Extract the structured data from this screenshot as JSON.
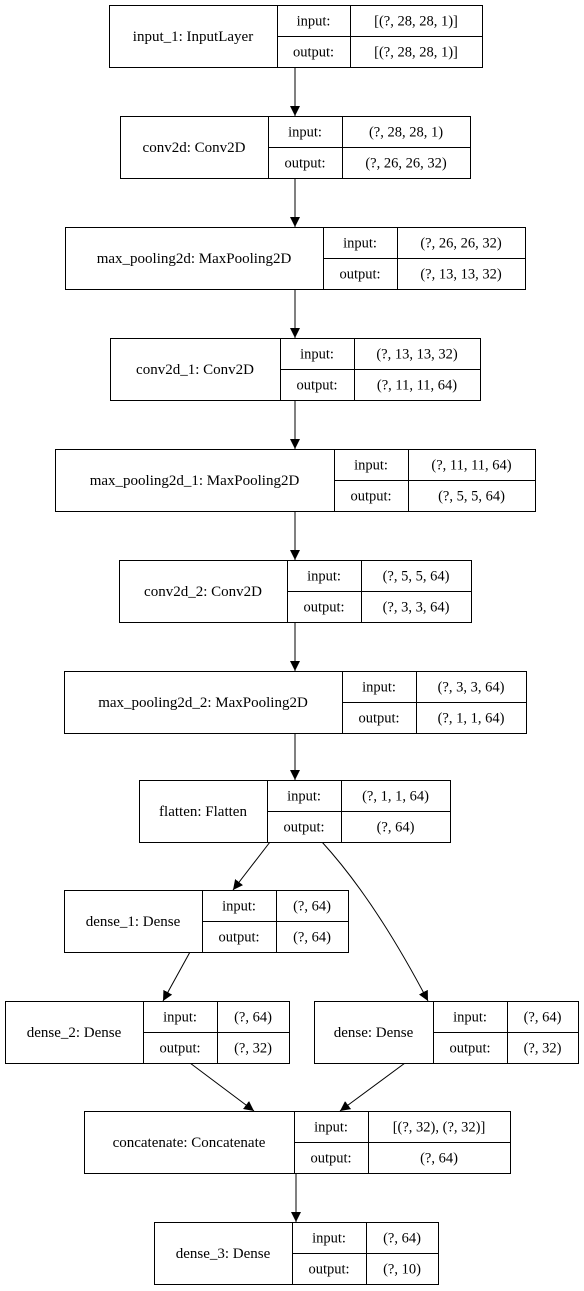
{
  "diagram": {
    "type": "keras-model-plot",
    "nodes": [
      {
        "id": "input_1",
        "label": "input_1: InputLayer",
        "input_label": "input:",
        "output_label": "output:",
        "input": "[(?, 28, 28, 1)]",
        "output": "[(?, 28, 28, 1)]"
      },
      {
        "id": "conv2d",
        "label": "conv2d: Conv2D",
        "input_label": "input:",
        "output_label": "output:",
        "input": "(?, 28, 28, 1)",
        "output": "(?, 26, 26, 32)"
      },
      {
        "id": "max_pooling2d",
        "label": "max_pooling2d: MaxPooling2D",
        "input_label": "input:",
        "output_label": "output:",
        "input": "(?, 26, 26, 32)",
        "output": "(?, 13, 13, 32)"
      },
      {
        "id": "conv2d_1",
        "label": "conv2d_1: Conv2D",
        "input_label": "input:",
        "output_label": "output:",
        "input": "(?, 13, 13, 32)",
        "output": "(?, 11, 11, 64)"
      },
      {
        "id": "max_pooling2d_1",
        "label": "max_pooling2d_1: MaxPooling2D",
        "input_label": "input:",
        "output_label": "output:",
        "input": "(?, 11, 11, 64)",
        "output": "(?, 5, 5, 64)"
      },
      {
        "id": "conv2d_2",
        "label": "conv2d_2: Conv2D",
        "input_label": "input:",
        "output_label": "output:",
        "input": "(?, 5, 5, 64)",
        "output": "(?, 3, 3, 64)"
      },
      {
        "id": "max_pooling2d_2",
        "label": "max_pooling2d_2: MaxPooling2D",
        "input_label": "input:",
        "output_label": "output:",
        "input": "(?, 3, 3, 64)",
        "output": "(?, 1, 1, 64)"
      },
      {
        "id": "flatten",
        "label": "flatten: Flatten",
        "input_label": "input:",
        "output_label": "output:",
        "input": "(?, 1, 1, 64)",
        "output": "(?, 64)"
      },
      {
        "id": "dense_1",
        "label": "dense_1: Dense",
        "input_label": "input:",
        "output_label": "output:",
        "input": "(?, 64)",
        "output": "(?, 64)"
      },
      {
        "id": "dense_2",
        "label": "dense_2: Dense",
        "input_label": "input:",
        "output_label": "output:",
        "input": "(?, 64)",
        "output": "(?, 32)"
      },
      {
        "id": "dense",
        "label": "dense: Dense",
        "input_label": "input:",
        "output_label": "output:",
        "input": "(?, 64)",
        "output": "(?, 32)"
      },
      {
        "id": "concatenate",
        "label": "concatenate: Concatenate",
        "input_label": "input:",
        "output_label": "output:",
        "input": "[(?, 32), (?, 32)]",
        "output": "(?, 64)"
      },
      {
        "id": "dense_3",
        "label": "dense_3: Dense",
        "input_label": "input:",
        "output_label": "output:",
        "input": "(?, 64)",
        "output": "(?, 10)"
      }
    ],
    "edges": [
      {
        "from": "input_1",
        "to": "conv2d"
      },
      {
        "from": "conv2d",
        "to": "max_pooling2d"
      },
      {
        "from": "max_pooling2d",
        "to": "conv2d_1"
      },
      {
        "from": "conv2d_1",
        "to": "max_pooling2d_1"
      },
      {
        "from": "max_pooling2d_1",
        "to": "conv2d_2"
      },
      {
        "from": "conv2d_2",
        "to": "max_pooling2d_2"
      },
      {
        "from": "max_pooling2d_2",
        "to": "flatten"
      },
      {
        "from": "flatten",
        "to": "dense_1"
      },
      {
        "from": "flatten",
        "to": "dense"
      },
      {
        "from": "dense_1",
        "to": "dense_2"
      },
      {
        "from": "dense_2",
        "to": "concatenate"
      },
      {
        "from": "dense",
        "to": "concatenate"
      },
      {
        "from": "concatenate",
        "to": "dense_3"
      }
    ]
  }
}
